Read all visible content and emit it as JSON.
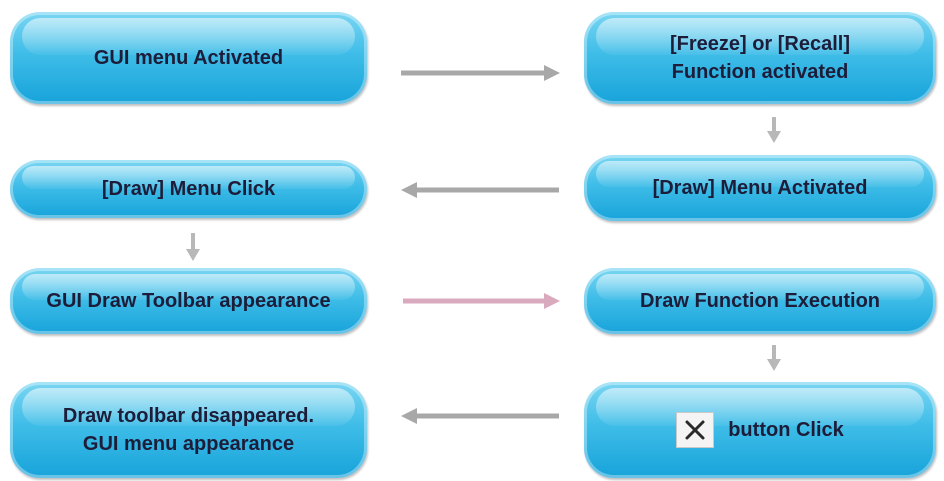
{
  "nodes": {
    "gui_menu_activated": "GUI menu Activated",
    "freeze_recall_activated": "[Freeze] or [Recall]\nFunction activated",
    "draw_menu_click": "[Draw] Menu Click",
    "draw_menu_activated": "[Draw] Menu Activated",
    "gui_draw_toolbar": "GUI Draw Toolbar appearance",
    "draw_function_execution": "Draw Function Execution",
    "toolbar_disappeared": "Draw toolbar disappeared.\nGUI menu appearance",
    "button_click": "button Click"
  },
  "icons": {
    "close": "close-icon"
  },
  "colors": {
    "node_fill": "#3fbde8",
    "node_text": "#1d1d3a",
    "arrow_gray": "#a8a8a8",
    "arrow_pink": "#d9a9bd"
  }
}
